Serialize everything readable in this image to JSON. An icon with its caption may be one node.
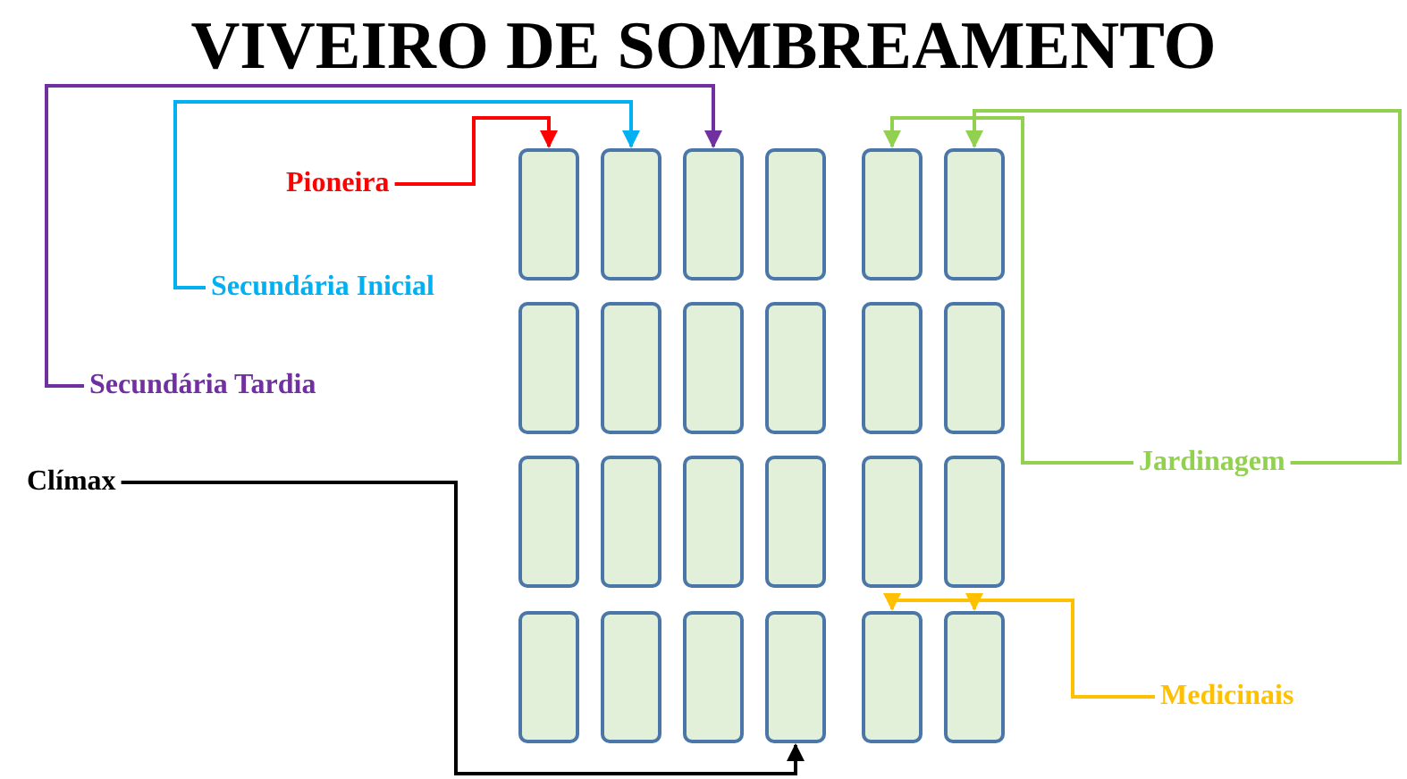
{
  "diagram": {
    "title": "VIVEIRO DE SOMBREAMENTO",
    "nodes": [
      {
        "text": [
          "Pioneira"
        ]
      },
      {
        "text": [
          "Secundária Inicial"
        ]
      },
      {
        "text": [
          "Secundária Tardia"
        ]
      },
      {
        "text": [
          "Jardinagem"
        ]
      },
      {
        "text": [
          "Clímax"
        ]
      },
      {
        "text": [
          "Medicinais"
        ]
      },
      {
        "text": [],
        "shape": "box"
      },
      {
        "text": [],
        "shape": "box"
      },
      {
        "text": [],
        "shape": "box"
      },
      {
        "text": [],
        "shape": "box"
      },
      {
        "text": [],
        "shape": "box"
      },
      {
        "text": [],
        "shape": "box"
      },
      {
        "text": [],
        "shape": "box"
      },
      {
        "text": [],
        "shape": "box"
      },
      {
        "text": [],
        "shape": "box"
      },
      {
        "text": [],
        "shape": "box"
      },
      {
        "text": [],
        "shape": "box"
      },
      {
        "text": [],
        "shape": "box"
      },
      {
        "text": [],
        "shape": "box"
      },
      {
        "text": [],
        "shape": "box"
      },
      {
        "text": [],
        "shape": "box"
      },
      {
        "text": [],
        "shape": "box"
      },
      {
        "text": [],
        "shape": "box"
      },
      {
        "text": [],
        "shape": "box"
      },
      {
        "text": [],
        "shape": "box"
      },
      {
        "text": [],
        "shape": "box"
      },
      {
        "text": [],
        "shape": "box"
      },
      {
        "text": [],
        "shape": "box"
      },
      {
        "text": [],
        "shape": "box"
      },
      {
        "text": [],
        "shape": "box"
      }
    ],
    "edges": [
      {
        "from": 0,
        "to": 6,
        "arrow": "to",
        "color": "#ff0000"
      },
      {
        "from": 1,
        "to": 7,
        "arrow": "to",
        "color": "#00b0f0"
      },
      {
        "from": 2,
        "to": 8,
        "arrow": "to",
        "color": "#7030a0"
      },
      {
        "from": 3,
        "to": 10,
        "arrow": "to",
        "color": "#92d050"
      },
      {
        "from": 3,
        "to": 11,
        "arrow": "to",
        "color": "#92d050"
      },
      {
        "from": 4,
        "to": 27,
        "arrow": "to",
        "color": "#000000"
      },
      {
        "from": 5,
        "to": 28,
        "arrow": "to",
        "color": "#ffc000"
      },
      {
        "from": 5,
        "to": 29,
        "arrow": "to",
        "color": "#ffc000"
      }
    ]
  }
}
